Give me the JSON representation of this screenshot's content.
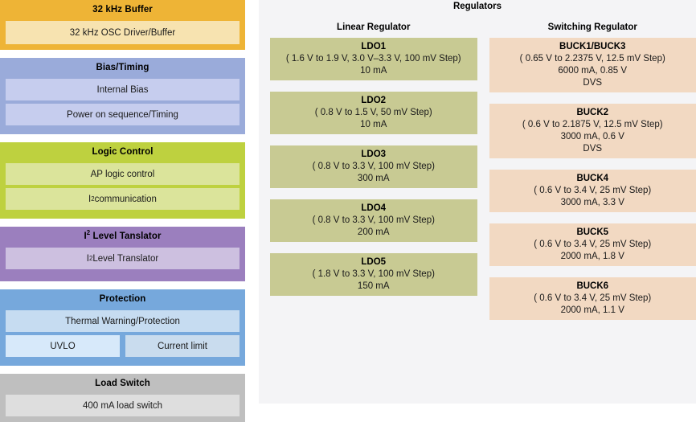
{
  "left_column": {
    "blocks": [
      {
        "title": "32 kHz Buffer",
        "block_color": "#eeb436",
        "item_color": "#f7e3b0",
        "height": 62,
        "items": [
          {
            "label": "32 kHz OSC Driver/Buffer",
            "height": 30
          }
        ]
      },
      {
        "title": "Bias/Timing",
        "block_color": "#9aabda",
        "item_color": "#c6cdee",
        "height": 95,
        "items": [
          {
            "label": "Internal Bias",
            "height": 27
          },
          {
            "label": "Power on sequence/Timing",
            "height": 27
          }
        ]
      },
      {
        "title": "Logic Control",
        "block_color": "#bed13f",
        "item_color": "#dbe49b",
        "height": 95,
        "items": [
          {
            "label": "AP logic control",
            "height": 27
          },
          {
            "label": "I2C communication",
            "height": 27,
            "sup": true
          }
        ]
      },
      {
        "title": "I2C Level Tanslator",
        "title_sup": true,
        "block_color": "#9b7fbe",
        "item_color": "#cdc0e0",
        "height": 68,
        "items": [
          {
            "label": "I2C Level Translator",
            "height": 27,
            "sup": true
          }
        ]
      },
      {
        "title": "Protection",
        "block_color": "#76a8dc",
        "item_color": "#c6dcf1",
        "height": 95,
        "items": [
          {
            "label": "Thermal Warning/Protection",
            "height": 27
          }
        ],
        "row": {
          "height": 27,
          "items": [
            {
              "label": "UVLO",
              "color": "#d7e9fa"
            },
            {
              "label": "Current limit",
              "color": "#c9dcee"
            }
          ]
        }
      },
      {
        "title": "Load Switch",
        "block_color": "#bfbfbf",
        "item_color": "#dedede",
        "height": 60,
        "items": [
          {
            "label": "400 mA load switch",
            "height": 27
          }
        ]
      }
    ]
  },
  "right_panel": {
    "title": "Regulators",
    "background": "#f4f4f6",
    "columns": [
      {
        "header": "Linear Regulator",
        "card_color": "#c8ca93",
        "cards": [
          {
            "name": "LDO1",
            "lines": [
              "( 1.6 V to 1.9 V, 3.0 V–3.3 V, 100 mV Step)",
              "10 mA"
            ]
          },
          {
            "name": "LDO2",
            "lines": [
              "( 0.8 V to 1.5 V, 50 mV Step)",
              "10 mA"
            ]
          },
          {
            "name": "LDO3",
            "lines": [
              "( 0.8 V to 3.3 V, 100 mV Step)",
              "300 mA"
            ]
          },
          {
            "name": "LDO4",
            "lines": [
              "( 0.8 V to 3.3 V, 100 mV Step)",
              "200 mA"
            ]
          },
          {
            "name": "LDO5",
            "lines": [
              "( 1.8 V to 3.3 V, 100 mV Step)",
              "150 mA"
            ]
          }
        ]
      },
      {
        "header": "Switching Regulator",
        "card_color": "#f2d9c2",
        "cards": [
          {
            "name": "BUCK1/BUCK3",
            "lines": [
              "( 0.65 V to 2.2375 V, 12.5 mV Step)",
              "6000 mA, 0.85 V",
              "DVS"
            ],
            "tall": true
          },
          {
            "name": "BUCK2",
            "lines": [
              "( 0.6 V to 2.1875 V, 12.5 mV Step)",
              "3000 mA, 0.6 V",
              "DVS"
            ],
            "tall": true
          },
          {
            "name": "BUCK4",
            "lines": [
              "( 0.6 V to 3.4 V, 25 mV Step)",
              "3000 mA, 3.3 V"
            ]
          },
          {
            "name": "BUCK5",
            "lines": [
              "( 0.6 V to 3.4 V, 25 mV Step)",
              "2000 mA, 1.8 V"
            ]
          },
          {
            "name": "BUCK6",
            "lines": [
              "( 0.6 V to 3.4 V, 25 mV Step)",
              "2000 mA, 1.1 V"
            ]
          }
        ]
      }
    ]
  }
}
